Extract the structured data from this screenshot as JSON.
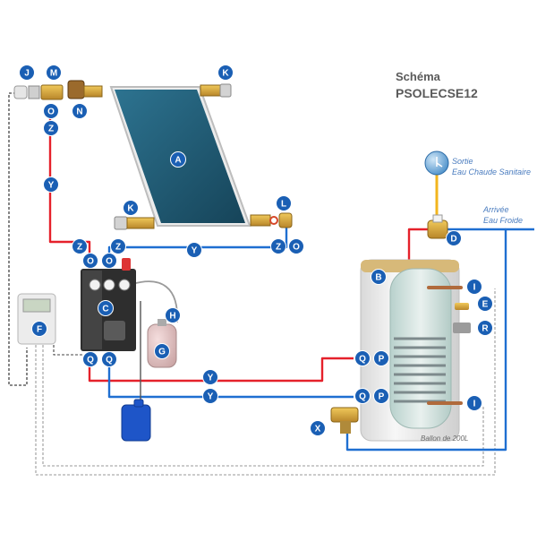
{
  "title": {
    "line1": "Schéma",
    "line2": "PSOLECSE12"
  },
  "labels": {
    "hot_out": [
      "Sortie",
      "Eau Chaude Sanitaire"
    ],
    "cold_in": [
      "Arrivée",
      "Eau Froide"
    ],
    "tank": "Ballon de 200L"
  },
  "colors": {
    "hot_pipe": "#e5212b",
    "cold_pipe": "#1f6fd1",
    "control_wire": "#9a9a9a",
    "badge": "#1a5fb4",
    "panel": "#1f5a74"
  },
  "markers": [
    {
      "id": "J",
      "label": "J"
    },
    {
      "id": "M",
      "label": "M"
    },
    {
      "id": "N",
      "label": "N"
    },
    {
      "id": "O1",
      "label": "O"
    },
    {
      "id": "Z1",
      "label": "Z"
    },
    {
      "id": "Y1",
      "label": "Y"
    },
    {
      "id": "A",
      "label": "A"
    },
    {
      "id": "K1",
      "label": "K"
    },
    {
      "id": "K2",
      "label": "K"
    },
    {
      "id": "L",
      "label": "L"
    },
    {
      "id": "Z2",
      "label": "Z"
    },
    {
      "id": "Z3",
      "label": "Z"
    },
    {
      "id": "Y2",
      "label": "Y"
    },
    {
      "id": "Z4",
      "label": "Z"
    },
    {
      "id": "O2",
      "label": "O"
    },
    {
      "id": "O3",
      "label": "O"
    },
    {
      "id": "O4",
      "label": "O"
    },
    {
      "id": "C",
      "label": "C"
    },
    {
      "id": "H",
      "label": "H"
    },
    {
      "id": "G",
      "label": "G"
    },
    {
      "id": "F",
      "label": "F"
    },
    {
      "id": "Q1",
      "label": "Q"
    },
    {
      "id": "Q2",
      "label": "Q"
    },
    {
      "id": "Y3",
      "label": "Y"
    },
    {
      "id": "Y4",
      "label": "Y"
    },
    {
      "id": "Q3",
      "label": "Q"
    },
    {
      "id": "P1",
      "label": "P"
    },
    {
      "id": "Q4",
      "label": "Q"
    },
    {
      "id": "P2",
      "label": "P"
    },
    {
      "id": "B",
      "label": "B"
    },
    {
      "id": "I1",
      "label": "I"
    },
    {
      "id": "E",
      "label": "E"
    },
    {
      "id": "R",
      "label": "R"
    },
    {
      "id": "I2",
      "label": "I"
    },
    {
      "id": "D",
      "label": "D"
    },
    {
      "id": "X",
      "label": "X"
    }
  ]
}
